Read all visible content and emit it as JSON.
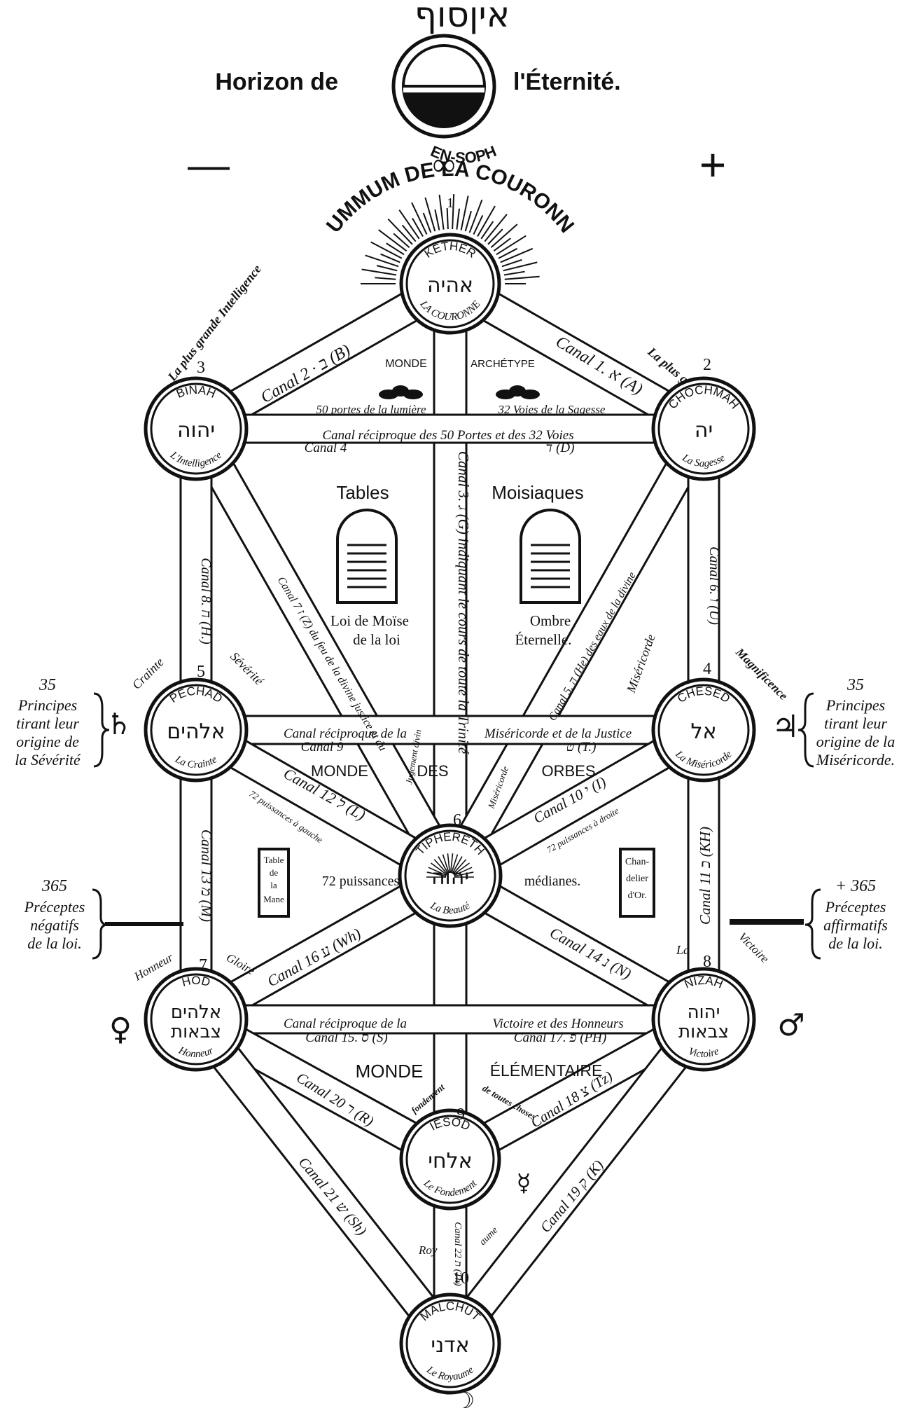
{
  "header": {
    "hebrew_title": "איןסוף",
    "horizon_left": "Horizon de",
    "horizon_right": "l'Éternité.",
    "en_soph": "EN-SOPH",
    "infinity": "∞",
    "minus": "—",
    "plus": "+",
    "summum": "SUMMUM DE LA COURONNE",
    "summum_number": "1"
  },
  "sephiroth": [
    {
      "key": "kether",
      "title": "KETHER",
      "hebrew": "אהיה",
      "sub": "LA COURONNE",
      "number": ""
    },
    {
      "key": "binah",
      "title": "BINAH",
      "hebrew": "יהוה",
      "sub": "L'Intelligence",
      "number": "3"
    },
    {
      "key": "chochmah",
      "title": "CHOCHMAH",
      "hebrew": "יה",
      "sub": "La Sagesse",
      "number": "2"
    },
    {
      "key": "pechad",
      "title": "PECHAD",
      "hebrew": "אלהים",
      "sub": "La Crainte",
      "number": "5"
    },
    {
      "key": "chesed",
      "title": "CHESED",
      "hebrew": "אל",
      "sub": "La Miséricorde",
      "number": "4"
    },
    {
      "key": "tiphereth",
      "title": "TIPHERETH",
      "hebrew": "יהוה",
      "sub": "La Beauté",
      "number": "6"
    },
    {
      "key": "hod",
      "title": "HOD",
      "hebrew": "אלהים צבאות",
      "sub": "Honneur",
      "number": "7"
    },
    {
      "key": "nizah",
      "title": "NIZAH",
      "hebrew": "יהוה צבאות",
      "sub": "Victoire",
      "number": "8"
    },
    {
      "key": "iesod",
      "title": "IESOD",
      "hebrew": "אלחי",
      "sub": "Le Fondement",
      "number": "9"
    },
    {
      "key": "malchut",
      "title": "MALCHUT",
      "hebrew": "אדני",
      "sub": "Le Royaume",
      "number": "10"
    }
  ],
  "labels": {
    "plus_grande_intelligence": "La plus grande Intelligence",
    "plus_grande_sagesse": "La plus grande Sagesse",
    "monde": "MONDE",
    "archetype": "ARCHÉTYPE",
    "portes": "50 portes de la lumière",
    "voies": "32 Voies de la Sagesse",
    "tables": "Tables",
    "moisiaques": "Moisiaques",
    "loi_moise_1": "Loi de Moïse",
    "loi_moise_2": "de la loi",
    "ombre_1": "Ombre",
    "ombre_2": "Éternelle.",
    "crainte": "Crainte",
    "severite": "Sévérité",
    "misericorde": "Miséricorde",
    "magnificence": "Magnificence",
    "monde_orbes_1": "MONDE",
    "monde_orbes_2": "DES",
    "monde_orbes_3": "ORBES",
    "puissances_left": "72 puissances",
    "puissances_right": "médianes.",
    "table_mane": [
      "Table",
      "de",
      "la",
      "Mane"
    ],
    "chandelier": [
      "Chan-",
      "delier",
      "d'Or."
    ],
    "honneur": "Honneur",
    "gloire": "Gloire",
    "la": "La",
    "victoire": "Victoire",
    "monde_elem_1": "MONDE",
    "monde_elem_2": "ÉLÉMENTAIRE",
    "fondement": "fondement",
    "de_toutes_choses": "de toutes choses",
    "roy": "Roy",
    "aume": "aume",
    "small_left": "72 puissances à gauche",
    "small_right": "72 puissances à droite",
    "jugement": "Jugement divin",
    "misericorde_small": "Miséricorde"
  },
  "channels": {
    "c1": "Canal 1. א (A)",
    "c2": "Canal 2 · ב (B)",
    "c3": "Canal 3. ג (G) indiquant le cours de toute la Trinité",
    "c4a": "Canal réciproque des 50 Portes et des 32 Voies",
    "c4b": "Canal 4",
    "c4c": "ד (D)",
    "c5": "Canal 5. ה (He) des eaux de la divine",
    "c6": "Canal 6. ו (U)",
    "c7": "Canal 7 ז (Z) du feu de la divine justice et du",
    "c8": "Canal 8. ח (H.)",
    "c9a": "Canal réciproque de la",
    "c9b": "Canal 9",
    "c9c": "Miséricorde et de la Justice",
    "c9d": "ט (T.)",
    "c10": "Canal 10 י (I)",
    "c11": "Canal 11 כ (KH)",
    "c12": "Canal 12 ל (L)",
    "c13": "Canal 13 מ (M)",
    "c14": "Canal 14 נ (N)",
    "c15a": "Canal réciproque de la",
    "c15b": "Canal 15. ס (S)",
    "c17a": "Victoire et des Honneurs",
    "c17b": "Canal 17. פ (PH)",
    "c16": "Canal 16 ע (Wh)",
    "c18": "Canal 18 צ (Tz)",
    "c19": "Canal 19 ק (K)",
    "c20": "Canal 20 ר (R)",
    "c21": "Canal 21 ש (Sh)",
    "c22": "Canal 22 ת (Th)"
  },
  "side_notes": {
    "left_top_number": "35",
    "left_top": [
      "Principes",
      "tirant leur",
      "origine de",
      "la Sévérité"
    ],
    "right_top_number": "35",
    "right_top": [
      "Principes",
      "tirant leur",
      "origine de la",
      "Miséricorde."
    ],
    "left_mid_number": "365",
    "left_mid": [
      "Préceptes",
      "négatifs",
      "de la loi."
    ],
    "right_mid_number": "+ 365",
    "right_mid": [
      "Préceptes",
      "affirmatifs",
      "de la loi."
    ]
  },
  "planets": {
    "saturn": "♄",
    "jupiter": "♃",
    "venus": "♀",
    "mars": "♂",
    "mercury": "☿",
    "moon": "☽"
  }
}
